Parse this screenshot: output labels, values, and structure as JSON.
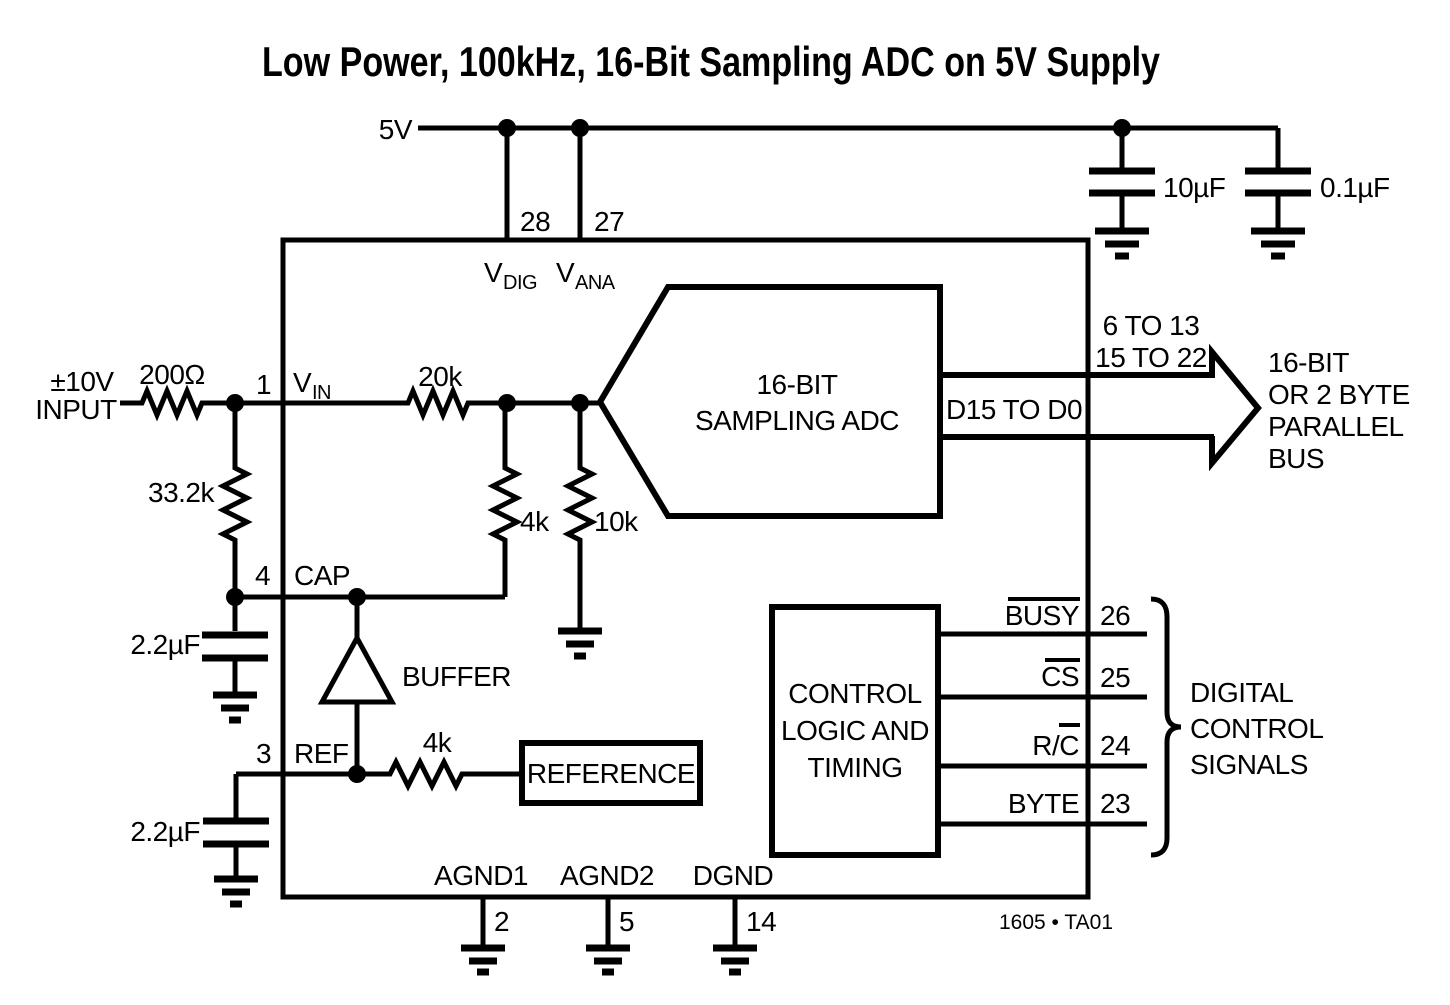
{
  "title": "Low Power, 100kHz, 16-Bit Sampling ADC on 5V Supply",
  "footnote": "1605 • TA01",
  "colors": {
    "ink": "#000000",
    "background": "#ffffff"
  },
  "power": {
    "rail": "5V",
    "vdig": {
      "pin": "28",
      "base": "V",
      "sub": "DIG"
    },
    "vana": {
      "pin": "27",
      "base": "V",
      "sub": "ANA"
    },
    "bypass_cap_1": "10µF",
    "bypass_cap_2": "0.1µF"
  },
  "input": {
    "source_line1": "±10V",
    "source_line2": "INPUT",
    "series_resistor": "200Ω",
    "pin": "1",
    "vin": {
      "base": "V",
      "sub": "IN"
    },
    "input_resistor": "20k",
    "divider_resistor": "33.2k",
    "r4k": "4k",
    "r10k": "10k"
  },
  "cap_pin": {
    "pin": "4",
    "label": "CAP",
    "capacitor": "2.2µF",
    "buffer": "BUFFER"
  },
  "ref_pin": {
    "pin": "3",
    "label": "REF",
    "capacitor": "2.2µF",
    "resistor": "4k",
    "block": "REFERENCE"
  },
  "adc": {
    "line1": "16-BIT",
    "line2": "SAMPLING ADC",
    "bus": "D15 TO D0",
    "pins_line1": "6 TO 13",
    "pins_line2": "15 TO 22",
    "bus_desc": [
      "16-BIT",
      "OR 2 BYTE",
      "PARALLEL",
      "BUS"
    ]
  },
  "control": {
    "block": [
      "CONTROL",
      "LOGIC AND",
      "TIMING"
    ],
    "signals": [
      {
        "label": "BUSY",
        "pin": "26"
      },
      {
        "label": "CS",
        "pin": "25"
      },
      {
        "label": "R/C",
        "pin": "24"
      },
      {
        "label": "BYTE",
        "pin": "23"
      }
    ],
    "group": [
      "DIGITAL",
      "CONTROL",
      "SIGNALS"
    ]
  },
  "grounds": [
    {
      "label": "AGND1",
      "pin": "2"
    },
    {
      "label": "AGND2",
      "pin": "5"
    },
    {
      "label": "DGND",
      "pin": "14"
    }
  ]
}
